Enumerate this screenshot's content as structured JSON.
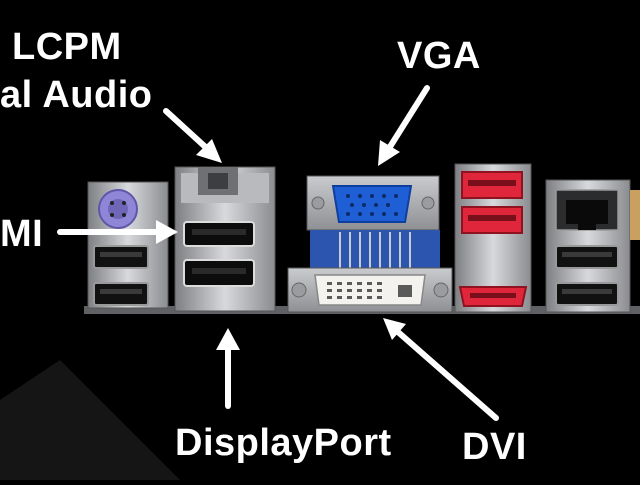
{
  "labels": {
    "lcpm_line1": "LCPM",
    "lcpm_line2": "al Audio",
    "hdmi": "MI",
    "vga": "VGA",
    "displayport": "DisplayPort",
    "dvi": "DVI"
  },
  "colors": {
    "background": "#000000",
    "label_text": "#ffffff",
    "arrow": "#ffffff",
    "vga_port": "#1f5fd6",
    "ps2_port": "#8f86d8",
    "esata_port": "#e0263a",
    "usb_black": "#111111"
  },
  "icons": [
    "arrow-icon"
  ]
}
